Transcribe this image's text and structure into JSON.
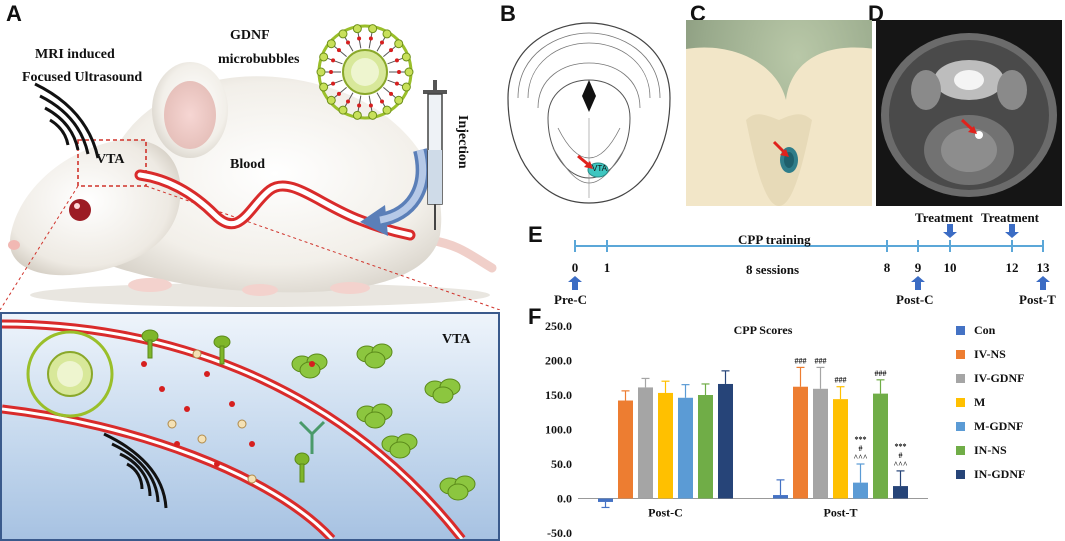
{
  "panels": {
    "a": "A",
    "b": "B",
    "c": "C",
    "d": "D",
    "e": "E",
    "f": "F"
  },
  "panel_a": {
    "mri_line1": "MRI induced",
    "mri_line2": "Focused Ultrasound",
    "gdnf_line1": "GDNF",
    "gdnf_line2": "microbubbles",
    "vta": "VTA",
    "blood": "Blood",
    "injection": "Injection",
    "inset_vta": "VTA"
  },
  "panel_b": {
    "vta_label": "VTA"
  },
  "panel_e": {
    "cpp_training": "CPP training",
    "sessions": "8 sessions",
    "treatment_1": "Treatment",
    "treatment_2": "Treatment",
    "days": [
      "0",
      "1",
      "8",
      "9",
      "10",
      "12",
      "13"
    ],
    "pre_c": "Pre-C",
    "post_c": "Post-C",
    "post_t": "Post-T"
  },
  "colors": {
    "Con": "#4472c4",
    "IV-NS": "#ed7d31",
    "IV-GDNF": "#a5a5a5",
    "M": "#ffc000",
    "M-GDNF": "#5b9bd5",
    "IN-NS": "#70ad47",
    "IN-GDNF": "#264478"
  },
  "chart_data": {
    "type": "bar",
    "title": "CPP Scores",
    "categories": [
      "Post-C",
      "Post-T"
    ],
    "ylim": [
      -50,
      250
    ],
    "yticks": [
      "250.0",
      "200.0",
      "150.0",
      "100.0",
      "50.0",
      "0.0",
      "-50.0"
    ],
    "ytick_values": [
      250,
      200,
      150,
      100,
      50,
      0,
      -50
    ],
    "series": [
      {
        "name": "Con",
        "values": [
          -5,
          5
        ],
        "errors": [
          8,
          22
        ],
        "annotations": [
          "",
          ""
        ]
      },
      {
        "name": "IV-NS",
        "values": [
          142,
          162
        ],
        "errors": [
          14,
          28
        ],
        "annotations": [
          "",
          "###"
        ]
      },
      {
        "name": "IV-GDNF",
        "values": [
          161,
          159
        ],
        "errors": [
          13,
          31
        ],
        "annotations": [
          "",
          "###"
        ]
      },
      {
        "name": "M",
        "values": [
          153,
          144
        ],
        "errors": [
          17,
          18
        ],
        "annotations": [
          "",
          "###"
        ]
      },
      {
        "name": "M-GDNF",
        "values": [
          146,
          23
        ],
        "errors": [
          19,
          27
        ],
        "annotations": [
          "",
          "***\n#\n^^^"
        ]
      },
      {
        "name": "IN-NS",
        "values": [
          150,
          152
        ],
        "errors": [
          16,
          20
        ],
        "annotations": [
          "",
          "###"
        ]
      },
      {
        "name": "IN-GDNF",
        "values": [
          166,
          18
        ],
        "errors": [
          19,
          22
        ],
        "annotations": [
          "",
          "***\n#\n^^^"
        ]
      }
    ],
    "legend": "right"
  }
}
